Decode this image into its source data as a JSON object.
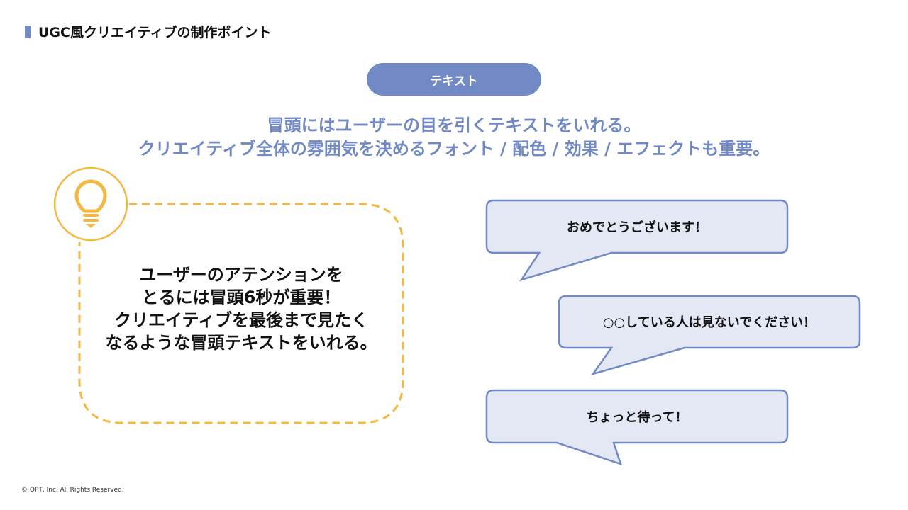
{
  "title": "UGC風クリエイティブの制作ポイント",
  "pill": "テキスト",
  "subtitle": [
    "冒頭にはユーザーの目を引くテキストをいれる。",
    "クリエイティブ全体の雰囲気を決めるフォント / 配色 / 効果 / エフェクトも重要。"
  ],
  "tip": [
    "ユーザーのアテンションを",
    "とるには冒頭6秒が重要！",
    "クリエイティブを最後まで見たく",
    "なるような冒頭テキストをいれる。"
  ],
  "bubbles": [
    "おめでとうございます！",
    "○○している人は見ないでください！",
    "ちょっと待って！"
  ],
  "copyright": "© OPT, Inc. All Rights Reserved.",
  "colors": {
    "accent": "#7189c5",
    "orange": "#f4b942",
    "bubble_fill": "#e4e8f4"
  }
}
